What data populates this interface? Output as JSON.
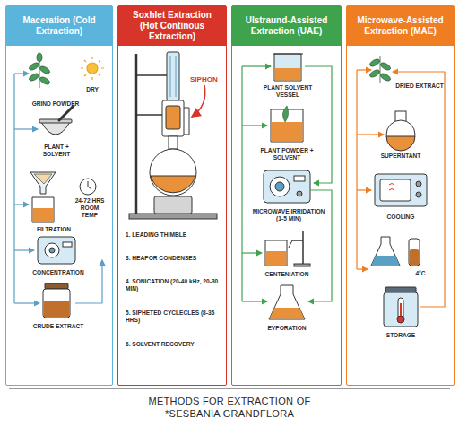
{
  "diagram": {
    "title": "METHODS FOR EXTRACTION OF *SESBANIA GRANDFLORA",
    "nodes": [
      {
        "text": [
          "Maceration (Cold Extraction)"
        ]
      },
      {
        "text": [
          "Soxhlet Extraction (Hot Continous Extraction)"
        ]
      },
      {
        "text": [
          "Ulstraund-Assisted Extraction (UAE)"
        ]
      },
      {
        "text": [
          "Microwave-Assisted Extraction (MAE)"
        ]
      }
    ],
    "labels": [
      "DRY",
      "GRIND POWDER",
      "PLANT + SOLVENT",
      "24-72 HRS ROOM TEMP",
      "FILTRATION",
      "CONCENTRATION",
      "CRUDE EXTRACT",
      "SIPHON",
      "1. LEADING THIMBLE",
      "3. HEAPOR CONDENSES",
      "4. SONICATION (20-40 kHz, 20-30 MIN)",
      "5. SIPHETED CYCLECLES (8-36 HRS)",
      "6. SOLVENT RECOVERY",
      "PLANT SOLVENT VESSEL",
      "PLANT POWDER + SOLVENT",
      "MICROWAVE IRRIDATION (1-5 MIN)",
      "CENTENIATION",
      "EVPORATION",
      "DRIED EXTRACT",
      "SUPERNTANT",
      "COOLING",
      "4°C",
      "STORAGE"
    ]
  }
}
